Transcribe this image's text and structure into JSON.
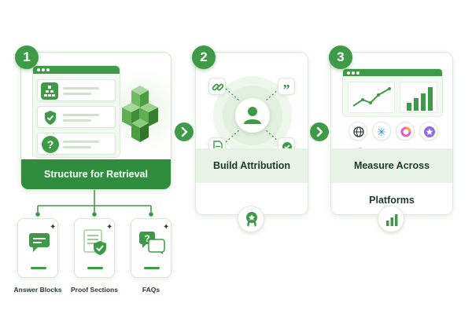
{
  "steps": [
    {
      "number": "1",
      "title": "Structure for Retrieval"
    },
    {
      "number": "2",
      "title": "Build Attribution"
    },
    {
      "number": "3",
      "title": "Measure Across Platforms"
    }
  ],
  "outputs": [
    {
      "label": "Answer Blocks"
    },
    {
      "label": "Proof Sections"
    },
    {
      "label": "FAQs"
    }
  ],
  "colors": {
    "primary": "#3f9a47",
    "dark": "#2f8d3d",
    "light": "#e7f3e5",
    "border": "#dcebd9"
  },
  "icons": {
    "step1": [
      "hierarchy-icon",
      "shield-check-icon",
      "question-icon",
      "cubes-icon"
    ],
    "step2": [
      "link-icon",
      "quote-icon",
      "document-icon",
      "check-icon",
      "user-icon",
      "award-icon"
    ],
    "step3": [
      "line-chart-icon",
      "bar-chart-icon",
      "globe-icon",
      "sparkle-icon",
      "ring-icon",
      "star-icon",
      "donut-chart-icon"
    ]
  }
}
